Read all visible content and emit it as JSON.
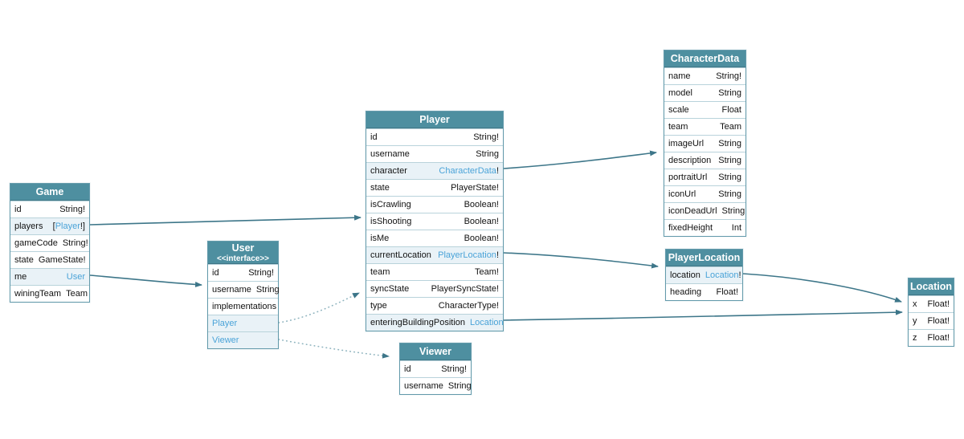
{
  "meta": {
    "diagram_type": "graphql-schema-diagram",
    "colors": {
      "header_bg": "#4e8fa0",
      "header_text": "#ffffff",
      "link_text": "#4aa3d8",
      "arrow": "#3d7689",
      "arrow_dotted": "#8fb4bf",
      "row_alt_bg": "#e9f2f7",
      "border": "#639aab"
    }
  },
  "tables": {
    "game": {
      "title": "Game",
      "fields": [
        {
          "n": "id",
          "t": "String!"
        },
        {
          "n": "players",
          "tp": "[",
          "tl": "Player",
          "ts": "!]"
        },
        {
          "n": "gameCode",
          "t": "String!"
        },
        {
          "n": "state",
          "t": "GameState!"
        },
        {
          "n": "me",
          "tl": "User"
        },
        {
          "n": "winingTeam",
          "t": "Team"
        }
      ]
    },
    "user": {
      "title": "User",
      "subtitle": "<<interface>>",
      "fields": [
        {
          "n": "id",
          "t": "String!"
        },
        {
          "n": "username",
          "t": "String"
        },
        {
          "n": "implementations"
        },
        {
          "tl": "Player"
        },
        {
          "tl": "Viewer"
        }
      ]
    },
    "player": {
      "title": "Player",
      "fields": [
        {
          "n": "id",
          "t": "String!"
        },
        {
          "n": "username",
          "t": "String"
        },
        {
          "n": "character",
          "tl": "CharacterData",
          "ts": "!"
        },
        {
          "n": "state",
          "t": "PlayerState!"
        },
        {
          "n": "isCrawling",
          "t": "Boolean!"
        },
        {
          "n": "isShooting",
          "t": "Boolean!"
        },
        {
          "n": "isMe",
          "t": "Boolean!"
        },
        {
          "n": "currentLocation",
          "tl": "PlayerLocation",
          "ts": "!"
        },
        {
          "n": "team",
          "t": "Team!"
        },
        {
          "n": "syncState",
          "t": "PlayerSyncState!"
        },
        {
          "n": "type",
          "t": "CharacterType!"
        },
        {
          "n": "enteringBuildingPosition",
          "tl": "Location"
        }
      ]
    },
    "characterData": {
      "title": "CharacterData",
      "fields": [
        {
          "n": "name",
          "t": "String!"
        },
        {
          "n": "model",
          "t": "String"
        },
        {
          "n": "scale",
          "t": "Float"
        },
        {
          "n": "team",
          "t": "Team"
        },
        {
          "n": "imageUrl",
          "t": "String"
        },
        {
          "n": "description",
          "t": "String"
        },
        {
          "n": "portraitUrl",
          "t": "String"
        },
        {
          "n": "iconUrl",
          "t": "String"
        },
        {
          "n": "iconDeadUrl",
          "t": "String"
        },
        {
          "n": "fixedHeight",
          "t": "Int"
        }
      ]
    },
    "playerLocation": {
      "title": "PlayerLocation",
      "fields": [
        {
          "n": "location",
          "tl": "Location",
          "ts": "!"
        },
        {
          "n": "heading",
          "t": "Float!"
        }
      ]
    },
    "location": {
      "title": "Location",
      "fields": [
        {
          "n": "x",
          "t": "Float!"
        },
        {
          "n": "y",
          "t": "Float!"
        },
        {
          "n": "z",
          "t": "Float!"
        }
      ]
    },
    "viewer": {
      "title": "Viewer",
      "fields": [
        {
          "n": "id",
          "t": "String!"
        },
        {
          "n": "username",
          "t": "String"
        }
      ]
    }
  },
  "edges": [
    {
      "from": "Game.players",
      "to": "Player",
      "style": "solid"
    },
    {
      "from": "Game.me",
      "to": "User",
      "style": "solid"
    },
    {
      "from": "Player.character",
      "to": "CharacterData",
      "style": "solid"
    },
    {
      "from": "Player.currentLocation",
      "to": "PlayerLocation",
      "style": "solid"
    },
    {
      "from": "Player.enteringBuildingPosition",
      "to": "Location",
      "style": "solid"
    },
    {
      "from": "PlayerLocation.location",
      "to": "Location",
      "style": "solid"
    },
    {
      "from": "User.Player",
      "to": "Player",
      "style": "dotted"
    },
    {
      "from": "User.Viewer",
      "to": "Viewer",
      "style": "dotted"
    }
  ]
}
